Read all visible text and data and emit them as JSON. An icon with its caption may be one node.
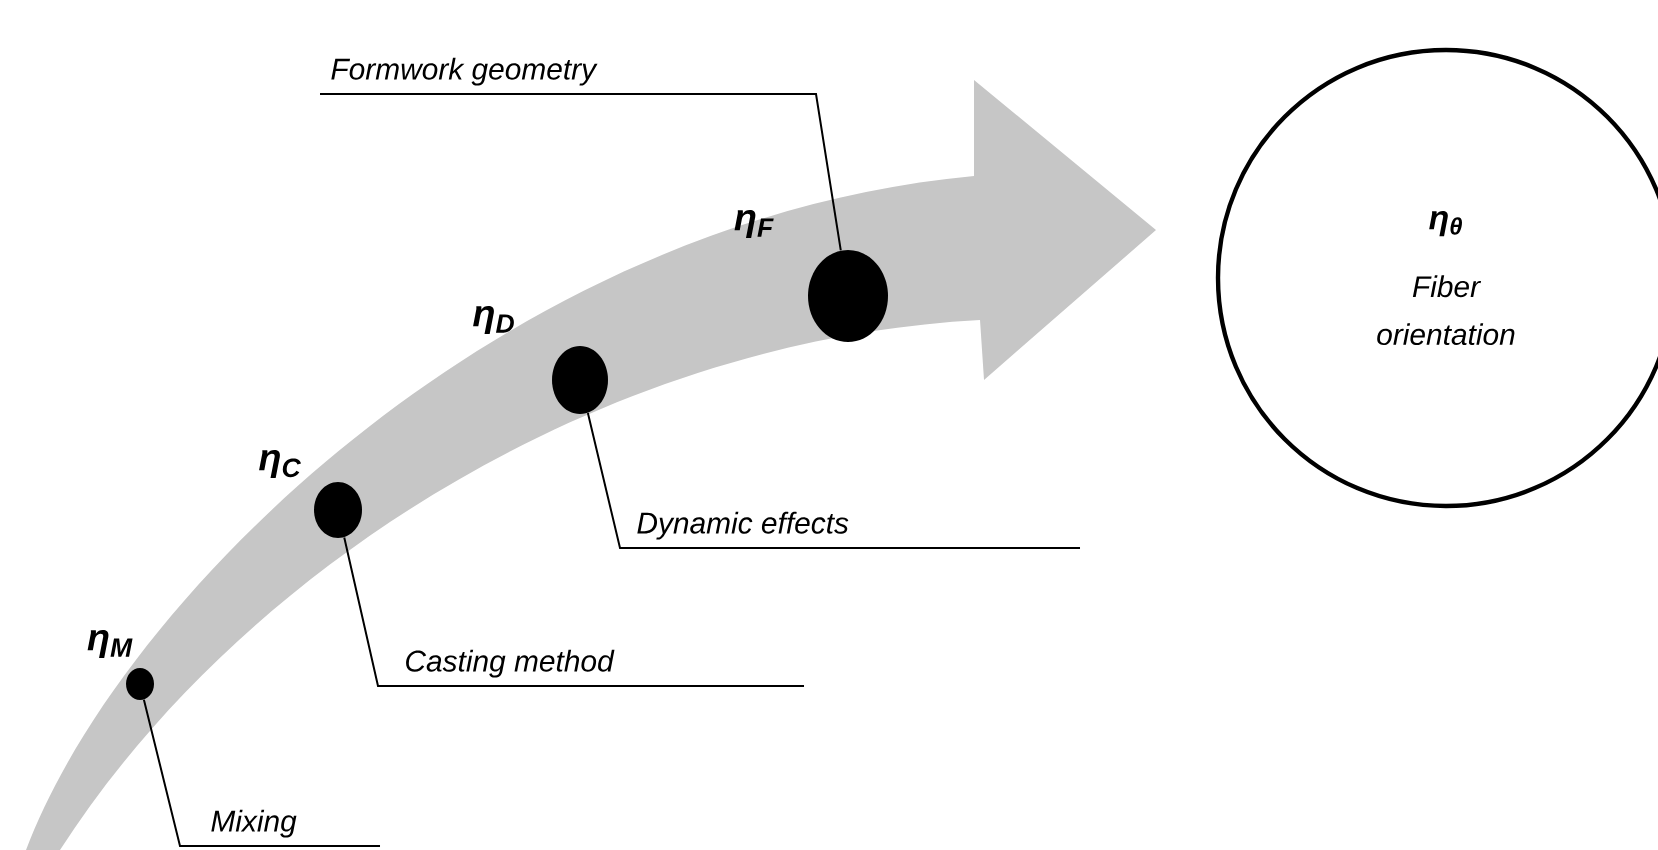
{
  "diagram": {
    "nodes": [
      {
        "text": [
          "η$_{θ}$",
          "Fiber orientation"
        ]
      },
      {
        "text": [
          "Mixing"
        ]
      },
      {
        "text": [
          "Casting method"
        ]
      },
      {
        "text": [
          "Dynamic effects"
        ]
      },
      {
        "text": [
          "Formwork geometry"
        ]
      },
      {
        "text": [],
        "shape": "circle",
        "beside": [
          "η$_{M}$"
        ]
      },
      {
        "text": [],
        "shape": "circle",
        "beside": [
          "η$_{C}$"
        ]
      },
      {
        "text": [],
        "shape": "circle",
        "beside": [
          "η$_{D}$"
        ]
      },
      {
        "text": [],
        "shape": "circle",
        "beside": [
          "η$_{F}$"
        ]
      }
    ],
    "edges": [
      {
        "from": 1,
        "to": 5,
        "arrow": "none"
      },
      {
        "from": 2,
        "to": 6,
        "arrow": "none"
      },
      {
        "from": 3,
        "to": 7,
        "arrow": "none"
      },
      {
        "from": 4,
        "to": 8,
        "arrow": "none"
      }
    ]
  }
}
